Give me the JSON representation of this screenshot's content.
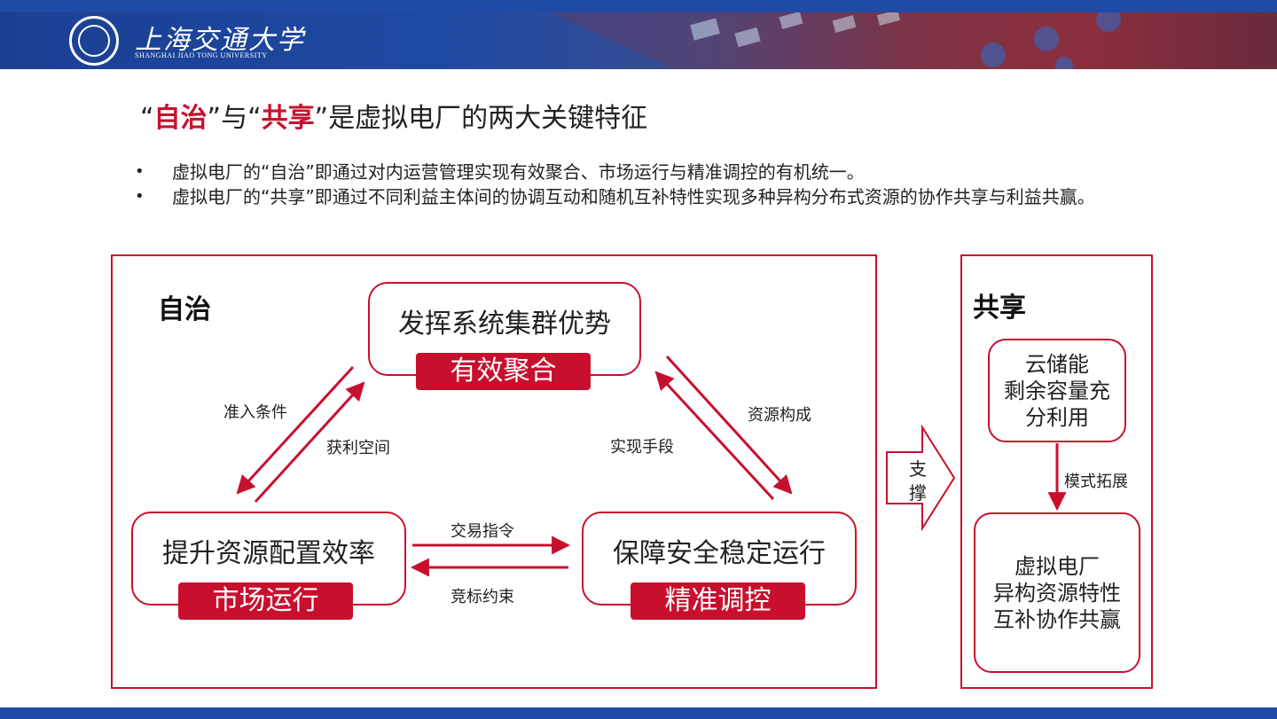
{
  "header": {
    "university_name": "上海交通大学",
    "university_name_en": "SHANGHAI JIAO TONG UNIVERSITY"
  },
  "title": {
    "open_quote_1": "“",
    "keyword_1": "自治",
    "close_quote_1": "”",
    "connector": "与",
    "open_quote_2": "“",
    "keyword_2": "共享",
    "close_quote_2": "”",
    "rest": "是虚拟电厂的两大关键特征"
  },
  "bullets": [
    "虚拟电厂的“自治”即通过对内运营管理实现有效聚合、市场运行与精准调控的有机统一。",
    "虚拟电厂的“共享”即通过不同利益主体间的协调互动和随机互补特性实现多种异构分布式资源的协作共享与利益共赢。"
  ],
  "left_panel": {
    "label": "自治",
    "nodes": {
      "top": {
        "text": "发挥系统集群优势",
        "tag": "有效聚合"
      },
      "left": {
        "text": "提升资源配置效率",
        "tag": "市场运行"
      },
      "right": {
        "text": "保障安全稳定运行",
        "tag": "精准调控"
      }
    },
    "edges": {
      "left_outer": "准入条件",
      "left_inner": "获利空间",
      "right_inner": "实现手段",
      "right_outer": "资源构成",
      "bottom_top": "交易指令",
      "bottom_bottom": "竞标约束"
    }
  },
  "support": {
    "char1": "支",
    "char2": "撑"
  },
  "right_panel": {
    "label": "共享",
    "top_node": [
      "云储能",
      "剩余容量充",
      "分利用"
    ],
    "edge_label": "模式拓展",
    "bottom_node": [
      "虚拟电厂",
      "异构资源特性",
      "互补协作共赢"
    ]
  },
  "colors": {
    "accent_red": "#c8102e",
    "brand_blue": "#1f4aa6"
  }
}
